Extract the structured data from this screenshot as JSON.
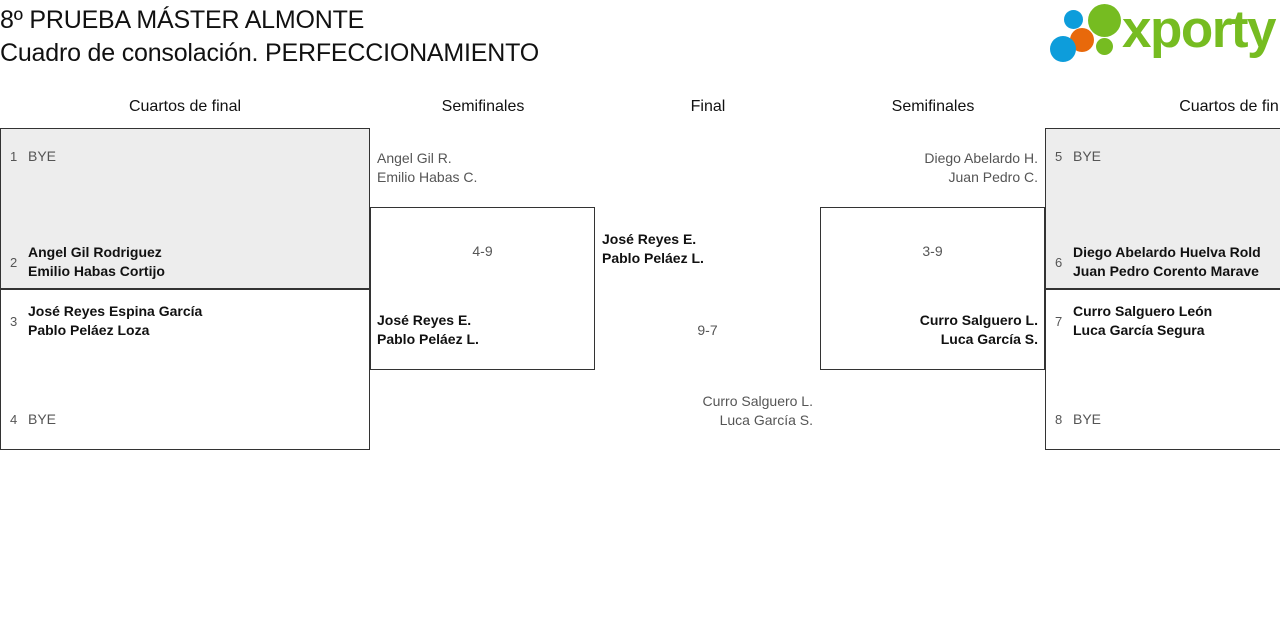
{
  "header": {
    "title_line1": "8º PRUEBA MÁSTER ALMONTE",
    "title_line2": "Cuadro de consolación. PERFECCIONAMIENTO",
    "logo_word": "xporty",
    "logo_colors": {
      "green": "#76bc21",
      "blue": "#0d9ddb",
      "orange": "#e8690b"
    }
  },
  "rounds": [
    {
      "label": "Cuartos de final"
    },
    {
      "label": "Semifinales"
    },
    {
      "label": "Final"
    },
    {
      "label": "Semifinales"
    },
    {
      "label": "Cuartos de fin"
    }
  ],
  "bracket": {
    "left_quarters": [
      {
        "shaded": true,
        "top": {
          "seed": "1",
          "line1": "BYE",
          "line2": "",
          "status": "bye"
        },
        "bottom": {
          "seed": "2",
          "line1": "Angel Gil Rodriguez",
          "line2": "Emilio Habas Cortijo",
          "status": "winner"
        }
      },
      {
        "shaded": false,
        "top": {
          "seed": "3",
          "line1": "José Reyes Espina García",
          "line2": "Pablo Peláez Loza",
          "status": "winner"
        },
        "bottom": {
          "seed": "4",
          "line1": "BYE",
          "line2": "",
          "status": "bye"
        }
      }
    ],
    "left_semifinal": {
      "top": {
        "line1": "Angel Gil R.",
        "line2": "Emilio Habas C.",
        "status": "loser"
      },
      "bottom": {
        "line1": "José Reyes E.",
        "line2": "Pablo Peláez L.",
        "status": "winner"
      },
      "score": "4-9"
    },
    "final": {
      "top": {
        "line1": "José Reyes E.",
        "line2": "Pablo Peláez L.",
        "status": "winner"
      },
      "bottom": {
        "line1": "Curro Salguero L.",
        "line2": "Luca García S.",
        "status": "loser"
      },
      "score": "9-7"
    },
    "right_semifinal": {
      "top": {
        "line1": "Diego Abelardo H.",
        "line2": "Juan Pedro C.",
        "status": "loser"
      },
      "bottom": {
        "line1": "Curro Salguero L.",
        "line2": "Luca García S.",
        "status": "winner"
      },
      "score": "3-9"
    },
    "right_quarters": [
      {
        "shaded": true,
        "top": {
          "seed": "5",
          "line1": "BYE",
          "line2": "",
          "status": "bye"
        },
        "bottom": {
          "seed": "6",
          "line1": "Diego Abelardo Huelva Rold",
          "line2": "Juan Pedro Corento Marave",
          "status": "winner"
        }
      },
      {
        "shaded": false,
        "top": {
          "seed": "7",
          "line1": "Curro Salguero León",
          "line2": "Luca García Segura",
          "status": "winner"
        },
        "bottom": {
          "seed": "8",
          "line1": "BYE",
          "line2": "",
          "status": "bye"
        }
      }
    ]
  }
}
